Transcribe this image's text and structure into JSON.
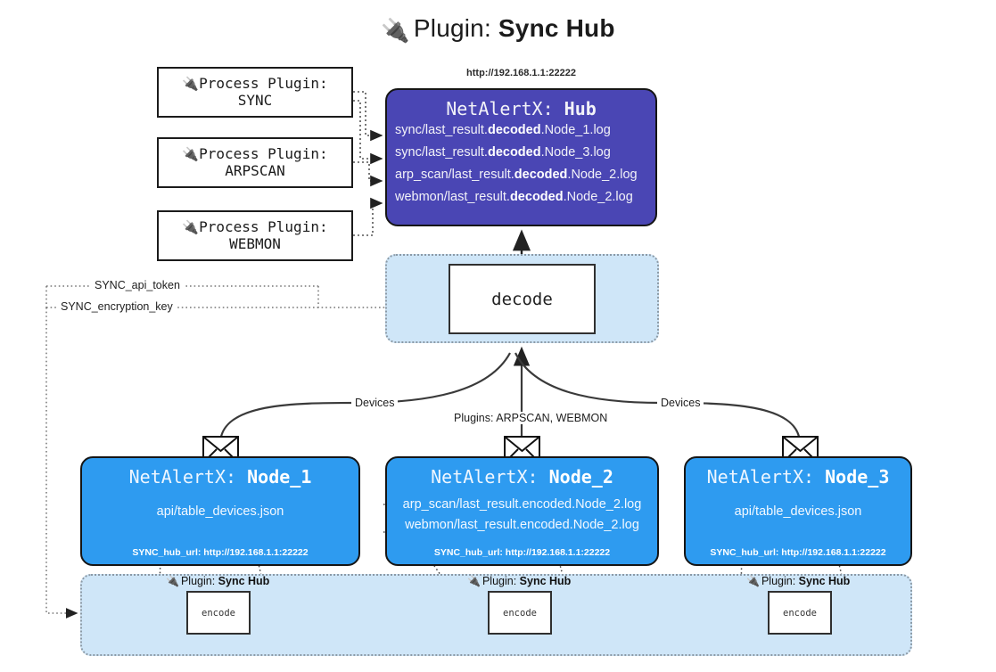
{
  "title": {
    "icon": "plug-icon",
    "prefix": "Plugin:",
    "name": "Sync Hub"
  },
  "process_plugins": [
    {
      "icon": "plug-icon",
      "line1": "Process Plugin:",
      "line2": "SYNC"
    },
    {
      "icon": "plug-icon",
      "line1": "Process Plugin:",
      "line2": "ARPSCAN"
    },
    {
      "icon": "plug-icon",
      "line1": "Process Plugin:",
      "line2": "WEBMON"
    }
  ],
  "hub": {
    "url": "http://192.168.1.1:22222",
    "title_prefix": "NetAlertX:",
    "title_name": "Hub",
    "logs": [
      {
        "pre": "sync/last_result.",
        "mid": "decoded",
        "post": ".Node_1.log"
      },
      {
        "pre": "sync/last_result.",
        "mid": "decoded",
        "post": ".Node_3.log"
      },
      {
        "pre": "arp_scan/last_result.",
        "mid": "decoded",
        "post": ".Node_2.log"
      },
      {
        "pre": "webmon/last_result.",
        "mid": "decoded",
        "post": ".Node_2.log"
      }
    ]
  },
  "decode": {
    "label": "decode"
  },
  "secrets": [
    {
      "label": "SYNC_api_token"
    },
    {
      "label": "SYNC_encryption_key"
    }
  ],
  "edge_labels": {
    "devices_left": "Devices",
    "devices_right": "Devices",
    "plugins_center": "Plugins: ARPSCAN, WEBMON"
  },
  "nodes": [
    {
      "title_prefix": "NetAlertX:",
      "title_name": "Node_1",
      "lines": [
        "api/table_devices.json"
      ],
      "footer": "SYNC_hub_url: http://192.168.1.1:22222",
      "envelope_icon": "envelope-icon"
    },
    {
      "title_prefix": "NetAlertX:",
      "title_name": "Node_2",
      "lines": [
        "arp_scan/last_result.encoded.Node_2.log",
        "webmon/last_result.encoded.Node_2.log"
      ],
      "footer": "SYNC_hub_url: http://192.168.1.1:22222",
      "envelope_icon": "envelope-icon"
    },
    {
      "title_prefix": "NetAlertX:",
      "title_name": "Node_3",
      "lines": [
        "api/table_devices.json"
      ],
      "footer": "SYNC_hub_url: http://192.168.1.1:22222",
      "envelope_icon": "envelope-icon"
    }
  ],
  "encoders": [
    {
      "tag_icon": "plug-icon",
      "tag_prefix": "Plugin:",
      "tag_name": "Sync Hub",
      "box_label": "encode"
    },
    {
      "tag_icon": "plug-icon",
      "tag_prefix": "Plugin:",
      "tag_name": "Sync Hub",
      "box_label": "encode"
    },
    {
      "tag_icon": "plug-icon",
      "tag_prefix": "Plugin:",
      "tag_name": "Sync Hub",
      "box_label": "encode"
    }
  ],
  "colors": {
    "hub_fill": "#4a46b4",
    "node_fill": "#2e9bf0",
    "band_fill": "#cfe6f8",
    "stroke": "#151515",
    "dotted_stroke": "#8c9aa6"
  }
}
